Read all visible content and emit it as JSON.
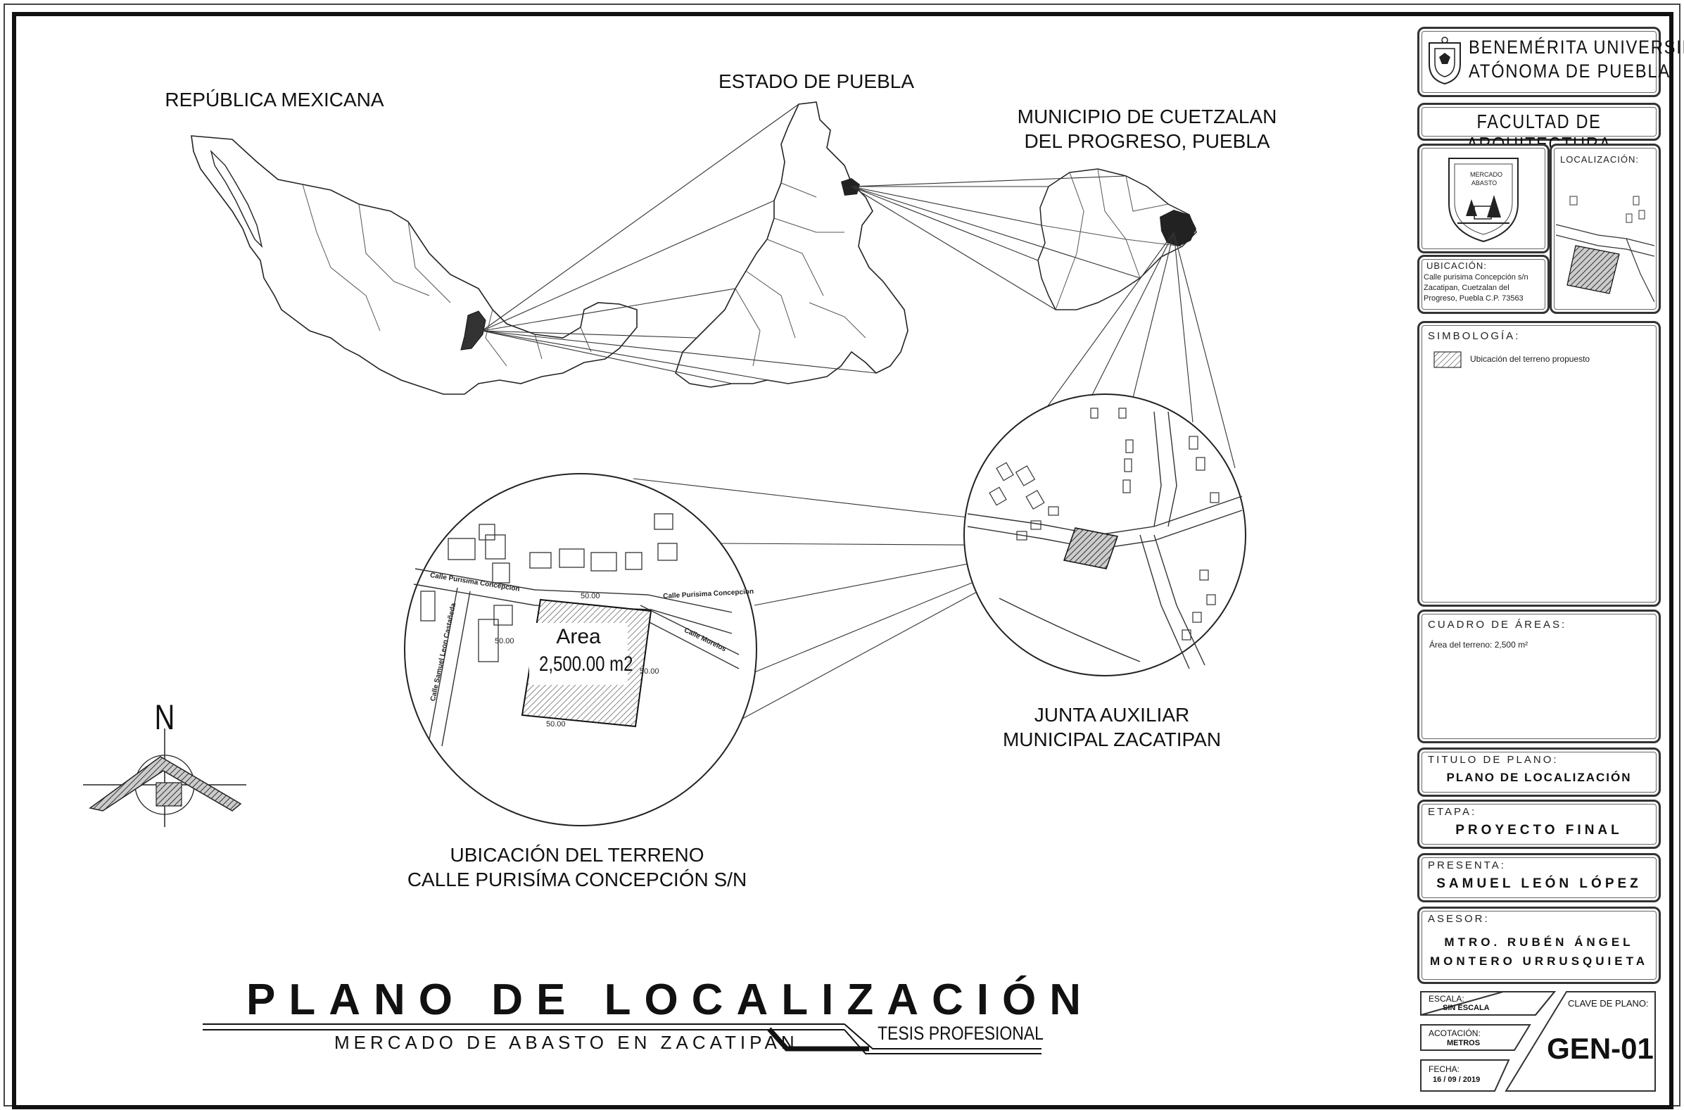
{
  "maps": {
    "mexico_label": "REPÚBLICA MEXICANA",
    "puebla_label": "ESTADO DE PUEBLA",
    "municipio_label_1": "MUNICIPIO DE CUETZALAN",
    "municipio_label_2": "DEL PROGRESO, PUEBLA",
    "junta_label_1": "JUNTA AUXILIAR",
    "junta_label_2": "MUNICIPAL ZACATIPAN",
    "terreno_label_1": "UBICACIÓN DEL TERRENO",
    "terreno_label_2": "CALLE PURISÍMA CONCEPCIÓN S/N"
  },
  "detail": {
    "area_label": "Area",
    "area_value": "2,500.00 m2",
    "dim_top": "50.00",
    "dim_left": "50.00",
    "dim_right": "50.00",
    "dim_bottom": "50.00",
    "street_1": "Calle Purisima Concepcion",
    "street_2": "Calle Purisima Concepcion",
    "street_3": "Calle Samuel Leon Castañeda",
    "street_4": "Calle Morelos"
  },
  "north": {
    "label": "N"
  },
  "title": {
    "main": "PLANO DE LOCALIZACIÓN",
    "sub": "MERCADO DE ABASTO EN ZACATIPAN",
    "tag": "TESIS PROFESIONAL"
  },
  "titleblock": {
    "university_1": "BENEMÉRITA UNIVERSIDAD",
    "university_2": "ATÓNOMA DE PUEBLA",
    "faculty": "FACULTAD DE ARQUITECTURA",
    "logo_text_1": "MERCADO",
    "logo_text_2": "ABASTO",
    "localizacion_caption": "LOCALIZACIÓN:",
    "ubicacion_caption": "UBICACIÓN:",
    "ubicacion_text": "Calle purisima Concepción s/n Zacatipan, Cuetzalan del Progreso, Puebla C.P. 73563",
    "simbologia_caption": "SIMBOLOGÍA:",
    "simbologia_item": "Ubicación del terreno propuesto",
    "areas_caption": "CUADRO DE ÁREAS:",
    "areas_text": "Área del terreno: 2,500 m²",
    "titulo_caption": "TITULO DE PLANO:",
    "titulo_value": "PLANO DE LOCALIZACIÓN",
    "etapa_caption": "ETAPA:",
    "etapa_value": "PROYECTO FINAL",
    "presenta_caption": "PRESENTA:",
    "presenta_value": "SAMUEL LEÓN LÓPEZ",
    "asesor_caption": "ASESOR:",
    "asesor_value_1": "MTRO. RUBÉN ÁNGEL",
    "asesor_value_2": "MONTERO URRUSQUIETA",
    "escala_caption": "ESCALA:",
    "escala_value": "SIN ESCALA",
    "acotacion_caption": "ACOTACIÓN:",
    "acotacion_value": "METROS",
    "fecha_caption": "FECHA:",
    "fecha_value": "16 / 09 / 2019",
    "clave_caption": "CLAVE DE PLANO:",
    "clave_value": "GEN-01"
  },
  "colors": {
    "line": "#222222",
    "hatch": "#333333",
    "paper": "#ffffff"
  }
}
